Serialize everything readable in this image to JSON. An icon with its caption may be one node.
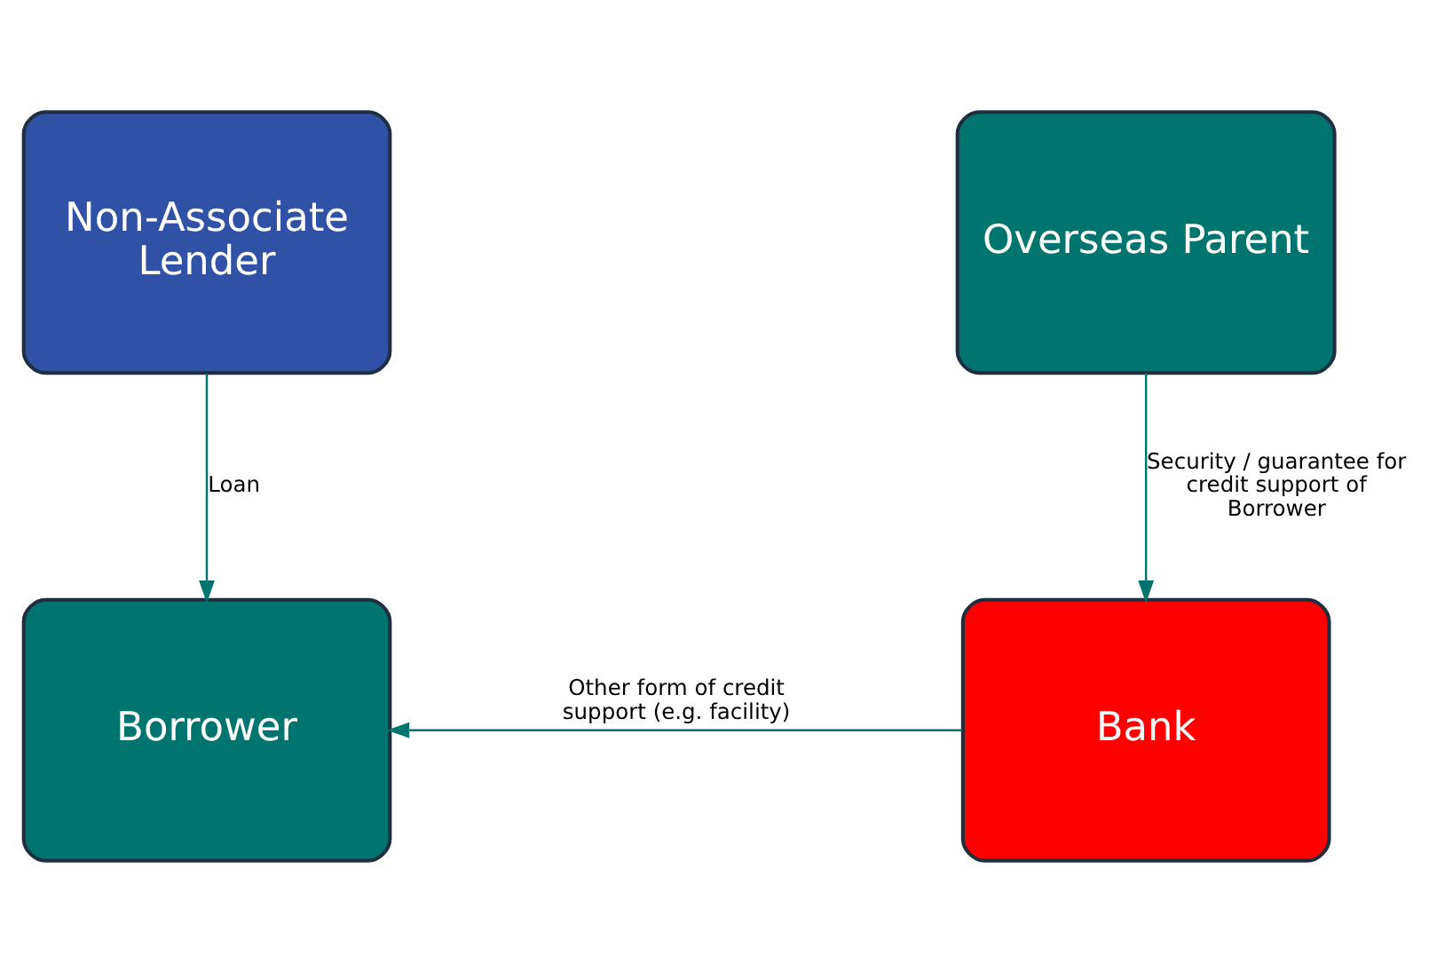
{
  "diagram": {
    "nodes": [
      {
        "text": [
          "Borrower"
        ]
      },
      {
        "text": [
          "Bank"
        ]
      },
      {
        "text": [
          "Non-Associate Lender"
        ]
      },
      {
        "text": [
          "Overseas Parent"
        ]
      }
    ],
    "edges": [
      {
        "from": 1,
        "to": 0,
        "arrow": "to",
        "label": "Other form of credit support (e.g. facility)"
      },
      {
        "from": 2,
        "to": 0,
        "arrow": "to",
        "label": "Loan"
      },
      {
        "from": 3,
        "to": 1,
        "arrow": "to",
        "label": "Security / guarantee for credit support of Borrower"
      }
    ]
  }
}
